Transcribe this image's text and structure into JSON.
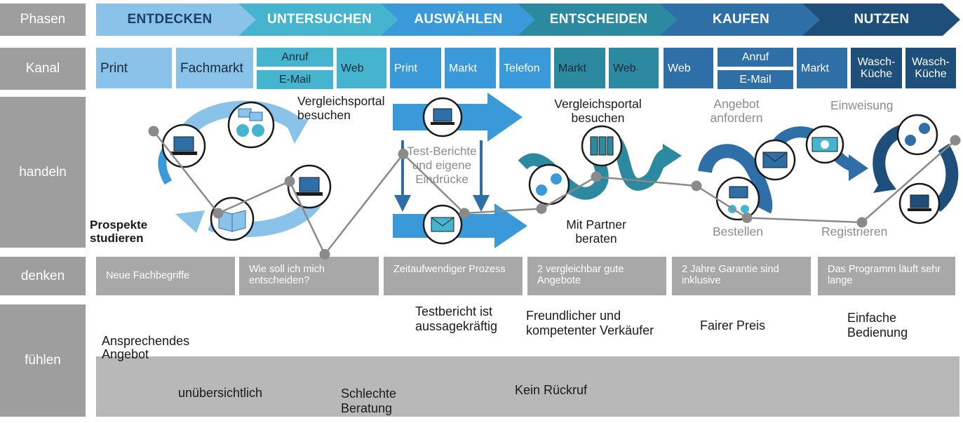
{
  "rows": {
    "phasen": "Phasen",
    "kanal": "Kanal",
    "handeln": "handeln",
    "denken": "denken",
    "fuehlen": "fühlen"
  },
  "phases": [
    "ENTDECKEN",
    "UNTERSUCHEN",
    "AUSWÄHLEN",
    "ENTSCHEIDEN",
    "KAUFEN",
    "NUTZEN"
  ],
  "channels": {
    "print": "Print",
    "fachmarkt": "Fachmarkt",
    "anruf_1": "Anruf",
    "email_1": "E-Mail",
    "web_1": "Web",
    "print_2": "Print",
    "markt_1": "Markt",
    "telefon": "Telefon",
    "markt_2": "Markt",
    "web_2": "Web",
    "web_3": "Web",
    "anruf_2": "Anruf",
    "email_2": "E-Mail",
    "markt_3": "Markt",
    "waschkueche_1": "Wasch-Küche",
    "waschkueche_2": "Wasch-Küche"
  },
  "actions": {
    "prospekte": "Prospekte studieren",
    "vergleich_1": "Vergleichsportal besuchen",
    "testberichte": "Test-Berichte und eigene Eindrücke",
    "vergleich_2": "Vergleichsportal besuchen",
    "partner": "Mit Partner beraten",
    "angebot": "Angebot anfordern",
    "bestellen": "Bestellen",
    "einweisung": "Einweisung",
    "registrieren": "Registrieren"
  },
  "thoughts": [
    "Neue  Fachbegriffe",
    "Wie soll ich mich entscheiden?",
    "Zeitaufwendiger Prozess",
    "2 vergleichbar gute Angebote",
    "2 Jahre Garantie sind inklusive",
    "Das Programm läuft sehr lange"
  ],
  "feelings": {
    "ansprechend": "Ansprechendes Angebot",
    "unuebersichtlich": "unübersichtlich",
    "beratung": "Schlechte Beratung",
    "testbericht": "Testbericht ist aussagekräftig",
    "rueckruf": "Kein Rückruf",
    "verkaeufer": "Freundlicher und kompetenter Verkäufer",
    "preis": "Fairer Preis",
    "bedienung": "Einfache Bedienung"
  },
  "chart_data": {
    "type": "line",
    "values": [
      62,
      44,
      51,
      35,
      57,
      44,
      45,
      52,
      50,
      43,
      42,
      60
    ]
  },
  "colors": {
    "light_blue": "#89c3e9",
    "teal": "#45b5cf",
    "blue": "#3a9ad9",
    "dark_teal": "#2c8aa0",
    "steel_blue": "#2f6fa8",
    "navy": "#1d4f7a",
    "row_grey": "#9e9e9e",
    "think_grey": "#a8a8a8",
    "band_grey": "#b8b8b8",
    "line_grey": "#8a8a8a"
  },
  "icons": [
    "laptop-icon",
    "chat-icon",
    "smiley-icon",
    "book-icon",
    "envelope-icon",
    "server-icon",
    "money-icon",
    "monitor-icon",
    "cycle-arrow-icon",
    "arrow-icon",
    "wavy-arrow-icon"
  ]
}
